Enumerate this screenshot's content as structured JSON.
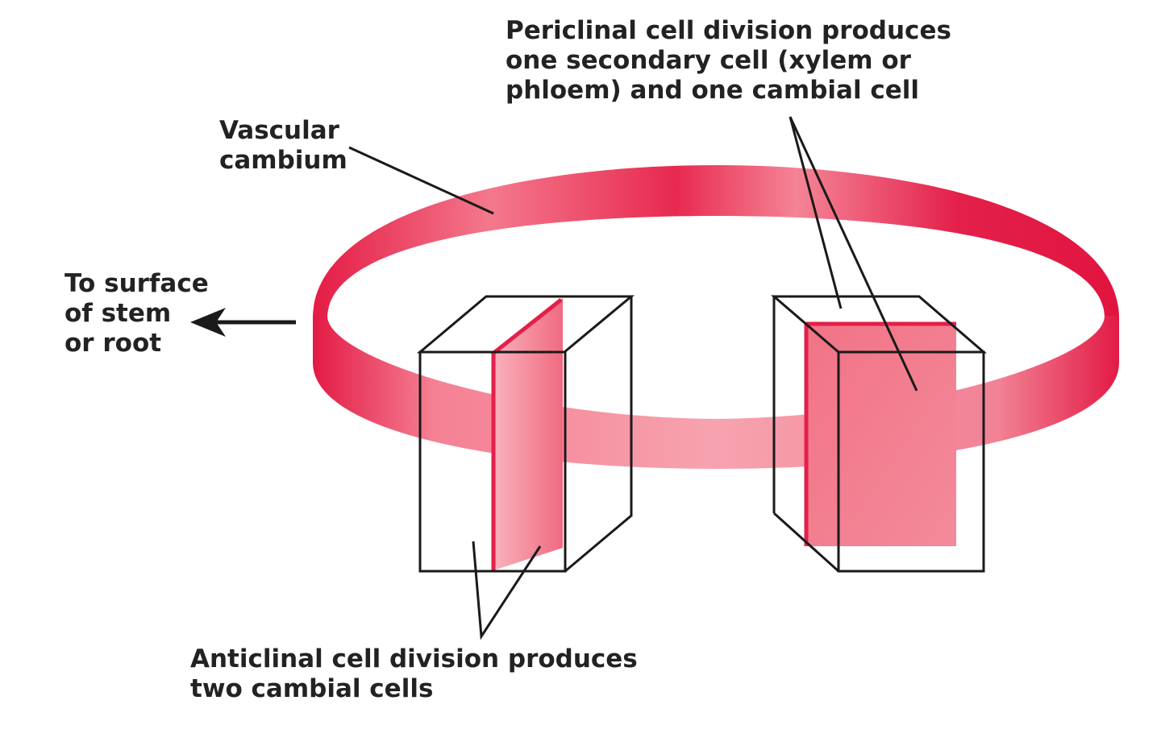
{
  "labels": {
    "periclinal": [
      "Periclinal cell division produces",
      "one secondary cell (xylem or",
      "phloem) and one cambial cell"
    ],
    "vascular_cambium": [
      "Vascular",
      "cambium"
    ],
    "to_surface": [
      "To surface",
      "of stem",
      "or root"
    ],
    "anticlinal": [
      "Anticlinal cell division produces",
      "two cambial cells"
    ]
  },
  "colors": {
    "ring": "#e8244a",
    "ring_light": "#f58a98",
    "cell_fill": "#f07080",
    "outline": "#1a1a1a"
  }
}
